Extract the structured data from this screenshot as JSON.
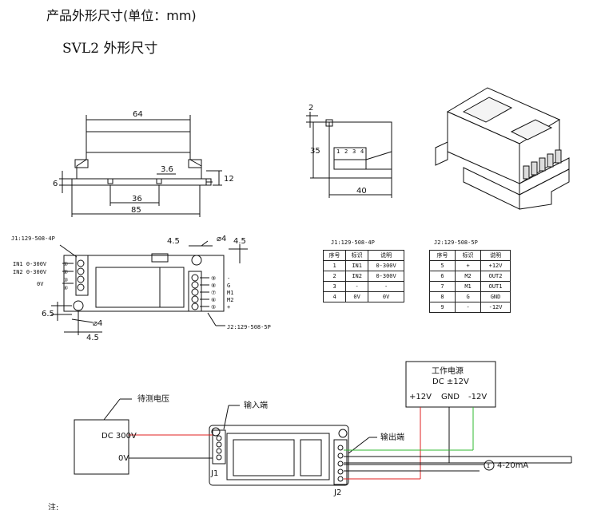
{
  "header": {
    "title": "产品外形尺寸(单位：mm)",
    "subtitle": "SVL2 外形尺寸"
  },
  "front_view": {
    "dims": {
      "width_top": "64",
      "hole": "3.6",
      "height": "12",
      "left_h": "6",
      "pitch": "36",
      "total": "85"
    }
  },
  "side_view": {
    "dims": {
      "top": "2",
      "height": "35",
      "width": "40"
    },
    "pins": [
      "1",
      "2",
      "3",
      "4"
    ]
  },
  "top_view": {
    "j1_label": "J1:129-508-4P",
    "j2_label": "J2:129-508-5P",
    "dims": {
      "d1": "4.5",
      "hole1": "⌀4",
      "d2": "4.5",
      "d3": "6.5",
      "hole2": "⌀4",
      "d4": "4.5"
    },
    "left_pins": [
      {
        "num": "①",
        "label": "IN1 0-300V"
      },
      {
        "num": "②",
        "label": "IN2 0-300V"
      },
      {
        "num": "③",
        "label": ""
      },
      {
        "num": "④",
        "label": "0V"
      }
    ],
    "right_pins": [
      {
        "num": "⑨",
        "label": "-"
      },
      {
        "num": "⑧",
        "label": "G"
      },
      {
        "num": "⑦",
        "label": "M1"
      },
      {
        "num": "⑥",
        "label": "M2"
      },
      {
        "num": "⑤",
        "label": "+"
      }
    ]
  },
  "table_j1": {
    "caption": "J1:129-508-4P",
    "headers": [
      "序号",
      "标识",
      "说明"
    ],
    "rows": [
      [
        "1",
        "IN1",
        "0-300V"
      ],
      [
        "2",
        "IN2",
        "0-300V"
      ],
      [
        "3",
        "-",
        "-"
      ],
      [
        "4",
        "0V",
        "0V"
      ]
    ]
  },
  "table_j2": {
    "caption": "J2:129-508-5P",
    "headers": [
      "序号",
      "标识",
      "说明"
    ],
    "rows": [
      [
        "5",
        "+",
        "+12V"
      ],
      [
        "6",
        "M2",
        "OUT2"
      ],
      [
        "7",
        "M1",
        "OUT1"
      ],
      [
        "8",
        "G",
        "GND"
      ],
      [
        "9",
        "-",
        "-12V"
      ]
    ]
  },
  "wiring": {
    "power_box_title": "工作电源",
    "power_box_sub": "DC ±12V",
    "power_terms": [
      "+12V",
      "GND",
      "-12V"
    ],
    "measured_label": "待测电压",
    "source_dc": "DC 300V",
    "source_0v": "0V",
    "input_label": "输入端",
    "output_label": "输出端",
    "j1": "J1",
    "j2": "J2",
    "current": "4-20mA",
    "meter": "I",
    "footer_mark": "注:"
  },
  "colors": {
    "red": "#e02020",
    "green": "#2fb82f",
    "line": "#111111"
  }
}
